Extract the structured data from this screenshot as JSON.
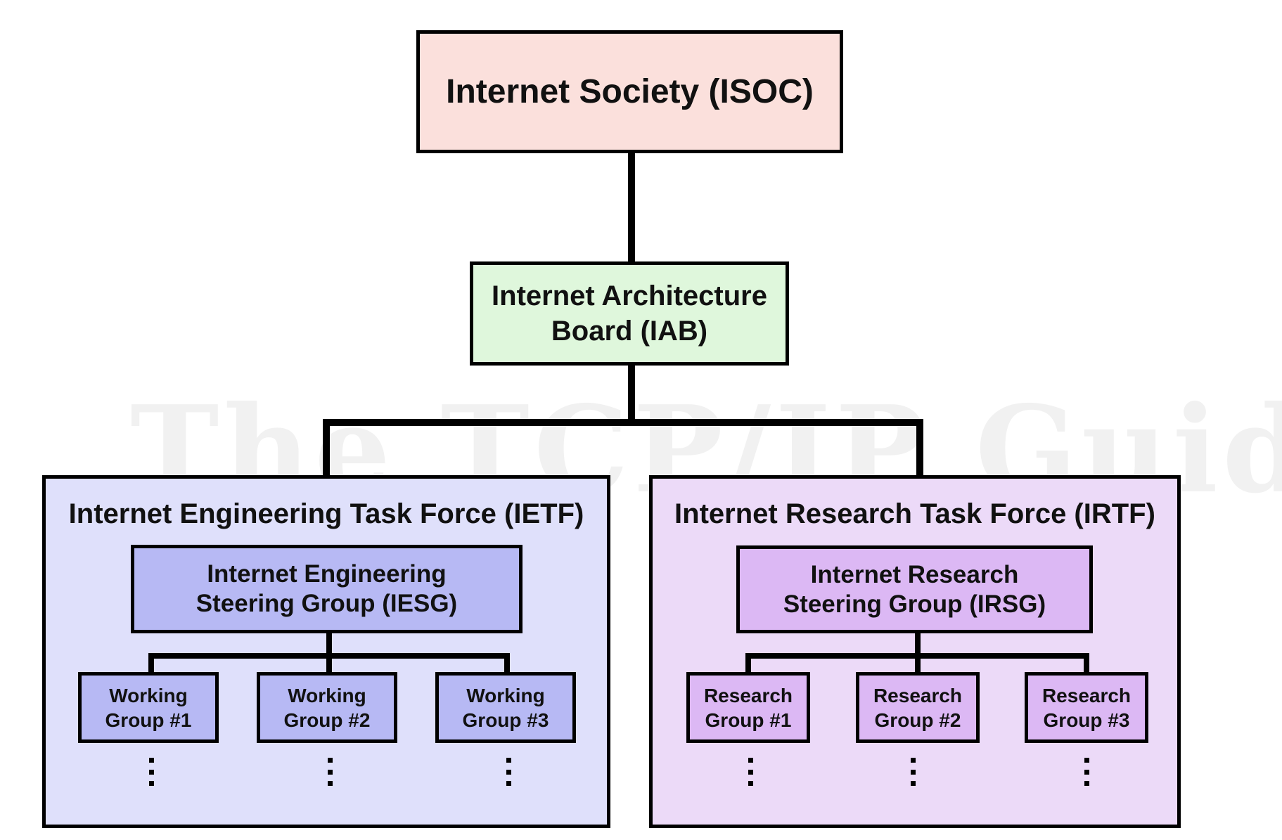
{
  "watermark": "The TCP/IP Guide",
  "isoc": {
    "label": "Internet Society (ISOC)"
  },
  "iab": {
    "line1": "Internet Architecture",
    "line2": "Board (IAB)"
  },
  "ietf": {
    "title": "Internet Engineering Task Force (IETF)",
    "steering": {
      "line1": "Internet Engineering",
      "line2": "Steering Group (IESG)"
    },
    "groups": [
      {
        "line1": "Working",
        "line2": "Group #1"
      },
      {
        "line1": "Working",
        "line2": "Group #2"
      },
      {
        "line1": "Working",
        "line2": "Group #3"
      }
    ]
  },
  "irtf": {
    "title": "Internet Research Task Force (IRTF)",
    "steering": {
      "line1": "Internet Research",
      "line2": "Steering Group (IRSG)"
    },
    "groups": [
      {
        "line1": "Research",
        "line2": "Group #1"
      },
      {
        "line1": "Research",
        "line2": "Group #2"
      },
      {
        "line1": "Research",
        "line2": "Group #3"
      }
    ]
  },
  "colors": {
    "isoc": "#fbe0dc",
    "iab": "#dff7dc",
    "ietf_bg": "#dfe0fb",
    "ietf_box": "#b7b9f4",
    "irtf_bg": "#ecdaf8",
    "irtf_box": "#dcb8f4"
  }
}
